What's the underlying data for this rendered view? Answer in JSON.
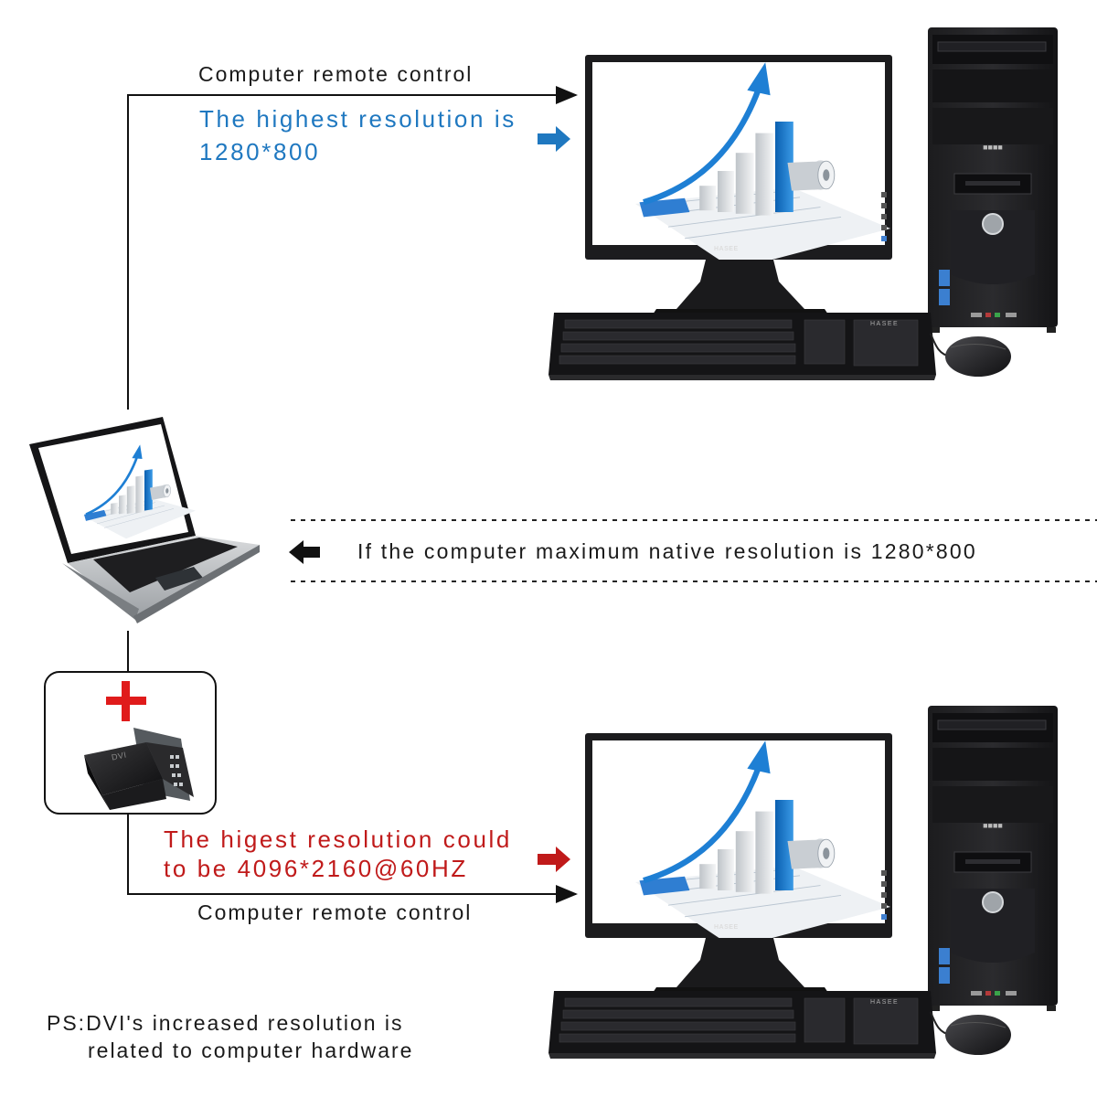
{
  "top": {
    "connector_label": "Computer remote control",
    "resolution_line1": "The highest resolution is",
    "resolution_line2": "1280*800",
    "accent_color": "#1f78c0"
  },
  "middle": {
    "note": "If the computer maximum native resolution is 1280*800"
  },
  "bottom": {
    "resolution_line1": "The higest resolution could",
    "resolution_line2": "to be 4096*2160@60HZ",
    "connector_label": "Computer remote control",
    "accent_color": "#c01a1a",
    "adapter_label": "DVI"
  },
  "footnote": {
    "line1": "PS:DVI's increased resolution is",
    "line2": "related to computer hardware"
  },
  "devices": {
    "monitor_brand": "HASEE",
    "keyboard_brand": "HASEE"
  }
}
